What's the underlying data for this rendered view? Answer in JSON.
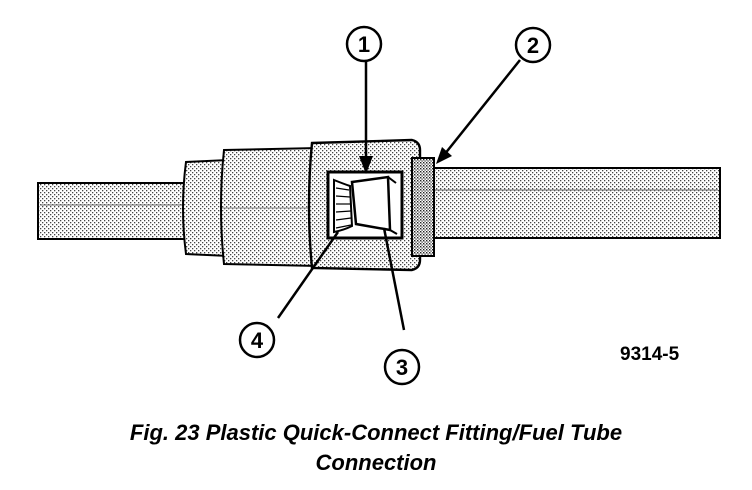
{
  "callouts": [
    {
      "number": "1"
    },
    {
      "number": "2"
    },
    {
      "number": "3"
    },
    {
      "number": "4"
    }
  ],
  "figure_id": "9314-5",
  "caption": {
    "line1": "Fig. 23 Plastic Quick-Connect Fitting/Fuel Tube",
    "line2": "Connection"
  }
}
